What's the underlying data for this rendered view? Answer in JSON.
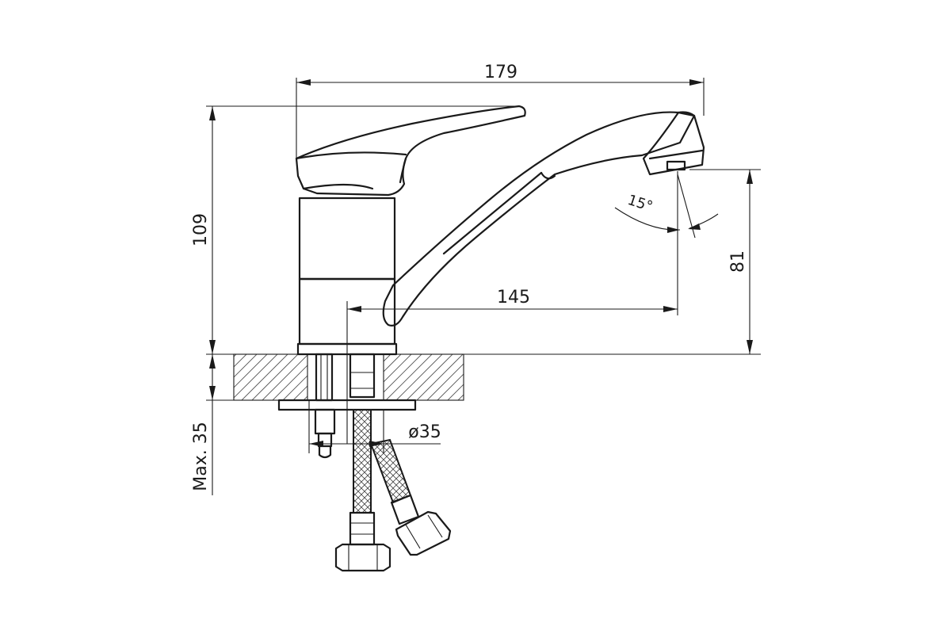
{
  "dimensions": {
    "spout_length": "179",
    "reach": "145",
    "total_height": "109",
    "spout_height": "81",
    "max_thickness": "Max. 35",
    "hole_diameter": "ø35",
    "aerator_angle": "15°"
  }
}
